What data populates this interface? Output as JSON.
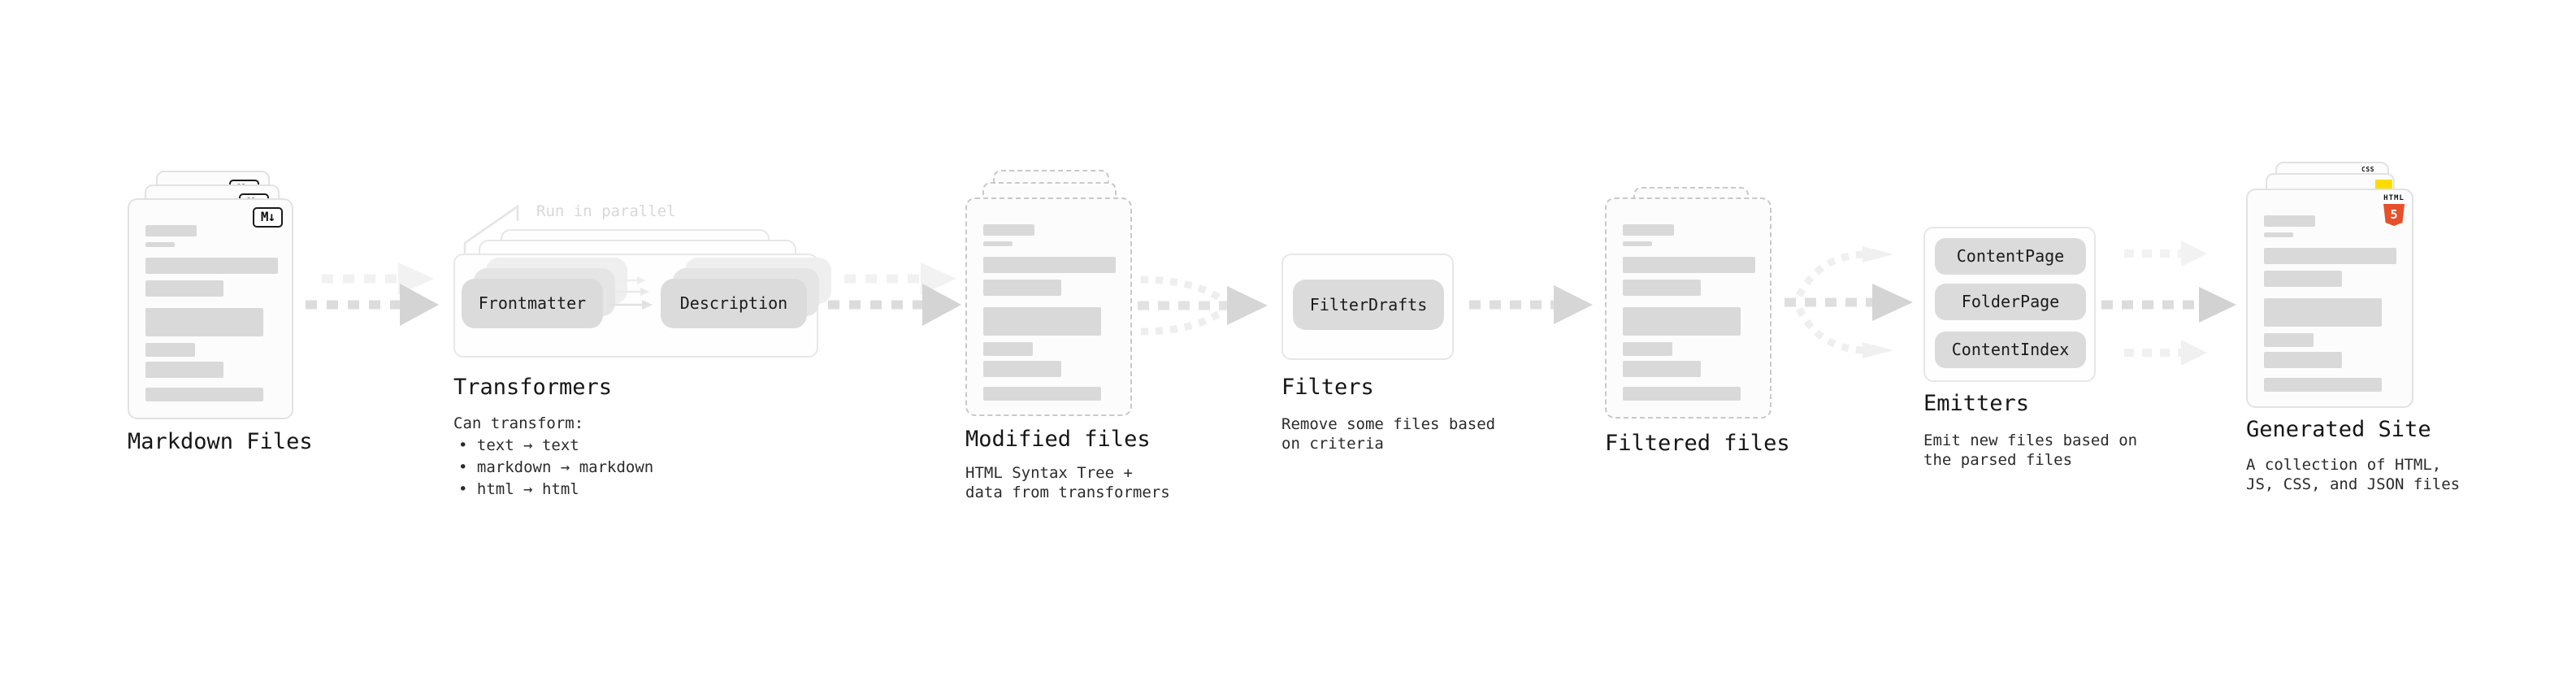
{
  "stages": {
    "markdown_files": {
      "label": "Markdown Files"
    },
    "transformers": {
      "label": "Transformers",
      "annotation": "Run in parallel",
      "pill_a": "Frontmatter",
      "pill_b": "Description",
      "caption_title": "Can transform:",
      "bullets": [
        "• text → text",
        "• markdown → markdown",
        "• html → html"
      ]
    },
    "modified_files": {
      "label": "Modified files",
      "caption": "HTML Syntax Tree +\ndata from transformers"
    },
    "filters": {
      "label": "Filters",
      "pill": "FilterDrafts",
      "caption": "Remove some files based\non criteria"
    },
    "filtered_files": {
      "label": "Filtered files"
    },
    "emitters": {
      "label": "Emitters",
      "pills": [
        "ContentPage",
        "FolderPage",
        "ContentIndex"
      ],
      "caption": "Emit new files based on\nthe parsed files"
    },
    "generated_site": {
      "label": "Generated Site",
      "caption": "A collection of HTML,\nJS, CSS, and JSON files"
    }
  },
  "icons": {
    "markdown": "M↓",
    "html5_word": "HTML",
    "html5_five": "5",
    "css_word": "CSS"
  },
  "colors": {
    "html5_orange": "#e6502b",
    "css_blue": "#2864f0",
    "js_yellow": "#ffdc00",
    "skeleton_gray": "#d9d9d9"
  },
  "decor": {
    "skeleton_bars": [
      {
        "t": 31,
        "w": 63,
        "h": 14
      },
      {
        "t": 52,
        "w": 36,
        "h": 6
      },
      {
        "t": 71,
        "w": 163,
        "h": 20
      },
      {
        "t": 99,
        "w": 96,
        "h": 20
      },
      {
        "t": 133,
        "w": 145,
        "h": 35
      },
      {
        "t": 176,
        "w": 61,
        "h": 17
      },
      {
        "t": 199,
        "w": 96,
        "h": 20
      },
      {
        "t": 231,
        "w": 145,
        "h": 17
      }
    ]
  }
}
